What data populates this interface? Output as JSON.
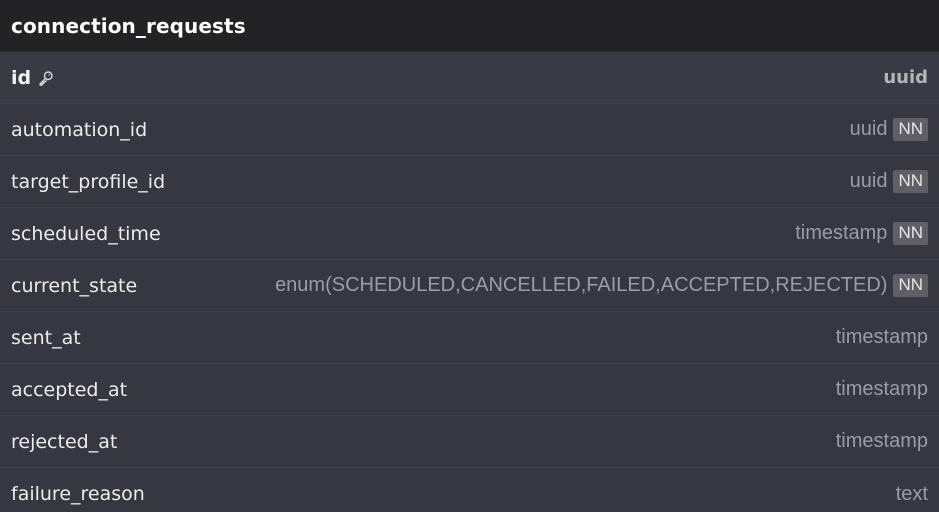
{
  "table": {
    "name": "connection_requests",
    "columns": [
      {
        "name": "id",
        "type": "uuid",
        "primary_key": true,
        "not_null": false
      },
      {
        "name": "automation_id",
        "type": "uuid",
        "primary_key": false,
        "not_null": true,
        "nn_label": "NN"
      },
      {
        "name": "target_profile_id",
        "type": "uuid",
        "primary_key": false,
        "not_null": true,
        "nn_label": "NN"
      },
      {
        "name": "scheduled_time",
        "type": "timestamp",
        "primary_key": false,
        "not_null": true,
        "nn_label": "NN"
      },
      {
        "name": "current_state",
        "type": "enum(SCHEDULED,CANCELLED,FAILED,ACCEPTED,REJECTED)",
        "primary_key": false,
        "not_null": true,
        "nn_label": "NN"
      },
      {
        "name": "sent_at",
        "type": "timestamp",
        "primary_key": false,
        "not_null": false
      },
      {
        "name": "accepted_at",
        "type": "timestamp",
        "primary_key": false,
        "not_null": false
      },
      {
        "name": "rejected_at",
        "type": "timestamp",
        "primary_key": false,
        "not_null": false
      },
      {
        "name": "failure_reason",
        "type": "text",
        "primary_key": false,
        "not_null": false
      }
    ]
  },
  "icons": {
    "primary_key": "key-icon"
  },
  "colors": {
    "header_bg": "#232325",
    "body_bg": "#363741",
    "badge_bg": "#5f5f65"
  }
}
